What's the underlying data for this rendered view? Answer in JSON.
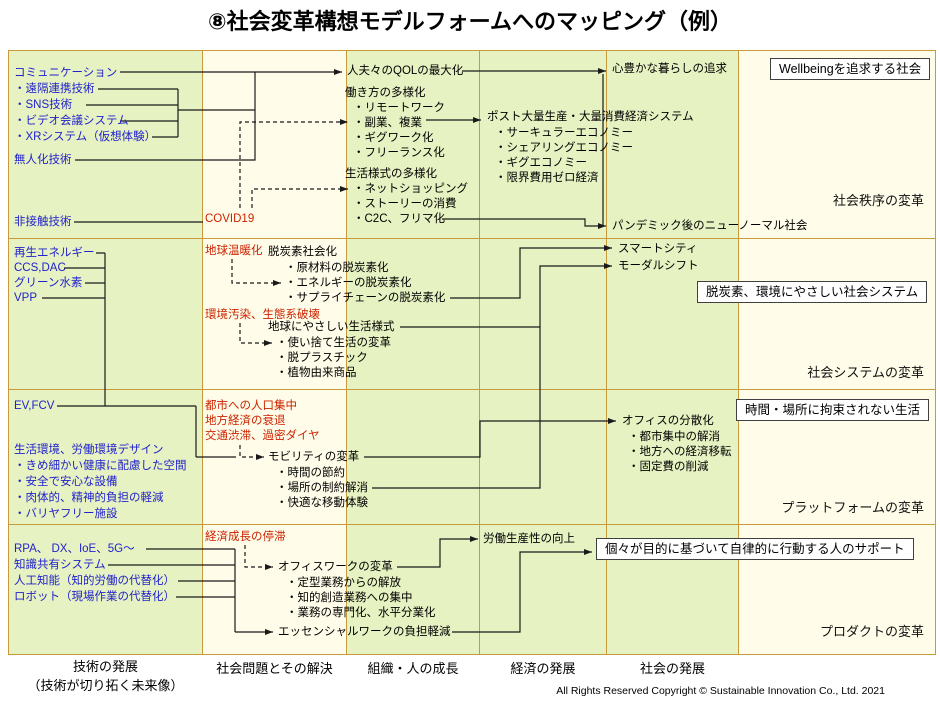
{
  "title": "⑧社会変革構想モデルフォームへのマッピング（例）",
  "tech": {
    "communication_title": "コミュニケーション",
    "communication_items": [
      "・遠隔連携技術",
      "・SNS技術",
      "・ビデオ会議システム",
      "・XRシステム（仮想体験）"
    ],
    "unmanned": "無人化技術",
    "contactless": "非接触技術",
    "energy_items": [
      "再生エネルギー",
      "CCS,DAC",
      "グリーン水素",
      "VPP"
    ],
    "ev": "EV,FCV",
    "env_title": "生活環境、労働環境デザイン",
    "env_items": [
      "・きめ細かい健康に配慮した空間",
      "・安全で安心な設備",
      "・肉体的、精神的負担の軽減",
      "・バリヤフリー施設"
    ],
    "digital_items": [
      "RPA、 DX、IoE、5G～",
      "知識共有システム",
      "人工知能（知的労働の代替化）",
      "ロボット（現場作業の代替化）"
    ]
  },
  "problems": {
    "covid": "COVID19",
    "warming": "地球温暖化",
    "pollution": "環境汚染、生態系破壊",
    "urban_items": [
      "都市への人口集中",
      "地方経済の衰退",
      "交通渋滞、過密ダイヤ"
    ],
    "stagnation": "経済成長の停滞"
  },
  "org": {
    "qol": "人夫々のQOLの最大化",
    "workstyle_title": "働き方の多様化",
    "workstyle_items": [
      "・リモートワーク",
      "・副業、複業",
      "・ギグワーク化",
      "・フリーランス化"
    ],
    "lifestyle_title": "生活様式の多様化",
    "lifestyle_items": [
      "・ネットショッピング",
      "・ストーリーの消費",
      "・C2C、フリマ化"
    ],
    "decarbon_title": "脱炭素社会化",
    "decarbon_items": [
      "・原材料の脱炭素化",
      "・エネルギーの脱炭素化",
      "・サプライチェーンの脱炭素化"
    ],
    "ecolife_title": "地球にやさしい生活様式",
    "ecolife_items": [
      "・使い捨て生活の変革",
      "・脱プラスチック",
      "・植物由来商品"
    ],
    "mobility_title": "モビリティの変革",
    "mobility_items": [
      "・時間の節約",
      "・場所の制約解消",
      "・快適な移動体験"
    ],
    "officework_title": "オフィスワークの変革",
    "officework_items": [
      "・定型業務からの解放",
      "・知的創造業務への集中",
      "・業務の専門化、水平分業化"
    ],
    "essential": "エッセンシャルワークの負担軽減"
  },
  "economy": {
    "postmass_title": "ポスト大量生産・大量消費経済システム",
    "postmass_items": [
      "・サーキュラーエコノミー",
      "・シェアリングエコノミー",
      "・ギグエコノミー",
      "・限界費用ゼロ経済"
    ],
    "productivity": "労働生産性の向上"
  },
  "society": {
    "rich_life": "心豊かな暮らしの追求",
    "new_normal": "パンデミック後のニューノーマル社会",
    "smart_city": "スマートシティ",
    "modal_shift": "モーダルシフト",
    "office_title": "オフィスの分散化",
    "office_items": [
      "・都市集中の解消",
      "・地方への経済移転",
      "・固定費の削減"
    ]
  },
  "callouts": {
    "wellbeing": "Wellbeingを追求する社会",
    "green_system": "脱炭素、環境にやさしい社会システム",
    "free_life": "時間・場所に拘束されない生活",
    "autonomy": "個々が目的に基づいて自律的に行動する人のサポート"
  },
  "transforms": {
    "order": "社会秩序の変革",
    "system": "社会システムの変革",
    "platform": "プラットフォームの変革",
    "product": "プロダクトの変革"
  },
  "axis": {
    "tech_1": "技術の発展",
    "tech_2": "（技術が切り拓く未来像）",
    "problem": "社会問題とその解決",
    "org": "組織・人の成長",
    "economy": "経済の発展",
    "society": "社会の発展"
  },
  "copyright": "All Rights Reserved Copyright ©  Sustainable Innovation Co., Ltd.  2021"
}
